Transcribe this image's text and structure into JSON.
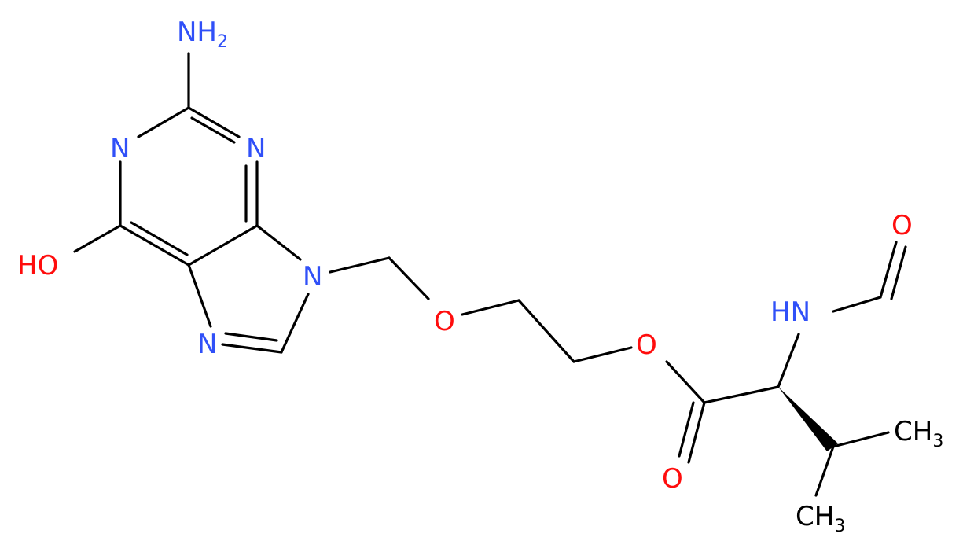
{
  "colors": {
    "nitrogen": "#3050F8",
    "oxygen": "#FF0D0D",
    "carbon": "#000000",
    "bond": "#000000"
  },
  "atoms": {
    "amino": {
      "symbol": "NH",
      "subscript": "2"
    },
    "n1": {
      "symbol": "N"
    },
    "n3": {
      "symbol": "N"
    },
    "n7": {
      "symbol": "N"
    },
    "n9": {
      "symbol": "N"
    },
    "hydroxyl": {
      "symbol": "HO"
    },
    "ether_o": {
      "symbol": "O"
    },
    "ester_o": {
      "symbol": "O"
    },
    "carbonyl_o": {
      "symbol": "O"
    },
    "amide_nh": {
      "symbol": "HN"
    },
    "formyl_o": {
      "symbol": "O"
    },
    "methyl_1": {
      "symbol": "CH",
      "subscript": "3"
    },
    "methyl_2": {
      "symbol": "CH",
      "subscript": "3"
    }
  }
}
